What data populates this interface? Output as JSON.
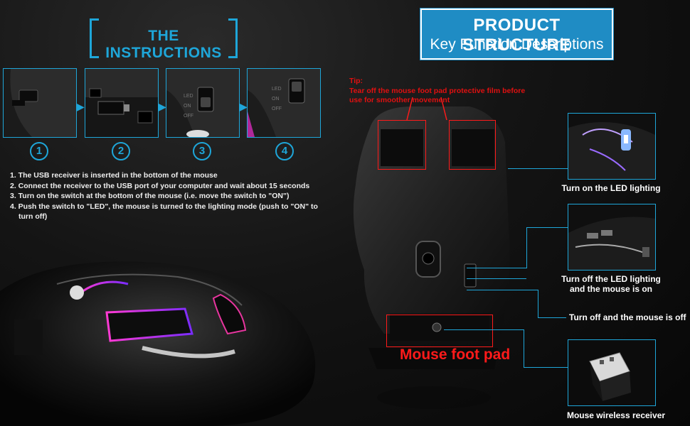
{
  "instructions": {
    "title": "THE INSTRUCTIONS",
    "step_numbers": [
      "1",
      "2",
      "3",
      "4"
    ],
    "steps": [
      "1. The USB receiver is inserted in the bottom of the mouse",
      "2. Connect the receiver to the USB port of your computer and wait about 15 seconds",
      "3. Turn on the switch at the bottom of the mouse (i.e. move the switch to \"ON\")",
      "4. Push the switch to \"LED\", the mouse is turned to the lighting mode (push to \"ON\" to turn off)"
    ]
  },
  "product": {
    "title": "PRODUCT STRUCTURE",
    "subtitle": "Key Function Descriptions"
  },
  "tip": {
    "label": "Tip:",
    "line1": "Tear off the mouse foot pad protective film before",
    "line2": "use for smoother movement"
  },
  "foot_pad_label": "Mouse foot pad",
  "features": {
    "led_on": "Turn on the LED lighting",
    "led_off_line1": "Turn off the LED lighting",
    "led_off_line2": "and the mouse is on",
    "mouse_off": "Turn off and the mouse is off",
    "receiver": "Mouse wireless receiver"
  },
  "colors": {
    "accent": "#1ea6d9",
    "title_box": "#1f8cc4",
    "tip_red": "#e01010"
  },
  "icons": {
    "step_arrow": "arrow-right-icon"
  }
}
